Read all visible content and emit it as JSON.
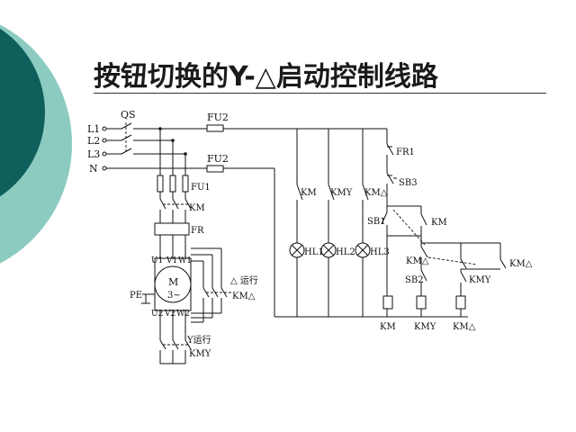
{
  "slide": {
    "title": "按钮切换的Y-△启动控制线路",
    "colors": {
      "decor_dark": "#0f5f5c",
      "decor_light": "#8ccbc0",
      "wire": "#111111"
    }
  },
  "diagram": {
    "labels": {
      "l1": "L1",
      "l2": "L2",
      "l3": "L3",
      "n": "N",
      "qs": "QS",
      "fu2_top": "FU2",
      "fu2_bottom": "FU2",
      "fu1": "FU1",
      "km_main": "KM",
      "fr": "FR",
      "u1": "U1",
      "v1": "V1",
      "w1": "W1",
      "u2": "U2",
      "v2": "V2",
      "w2": "W2",
      "motor_m": "M",
      "motor_3": "3~",
      "pe": "PE",
      "delta_run": "△ 运行",
      "km_delta_power": "KM△",
      "y_run": "Y运行",
      "km_y_power": "KMY",
      "km_lamp_contact": "KM",
      "kmy_lamp_contact": "KMY",
      "kmdelta_lamp_contact": "KM△",
      "hl1": "HL1",
      "hl2": "HL2",
      "hl3": "HL3",
      "fr1": "FR1",
      "sb3": "SB3",
      "sb1": "SB1",
      "km_hold": "KM",
      "km_delta_nc": "KM△",
      "sb2": "SB2",
      "km_y_nc": "KMY",
      "km_delta_hold": "KM△",
      "coil_km": "KM",
      "coil_kmy": "KMY",
      "coil_kmdelta": "KM△"
    }
  }
}
